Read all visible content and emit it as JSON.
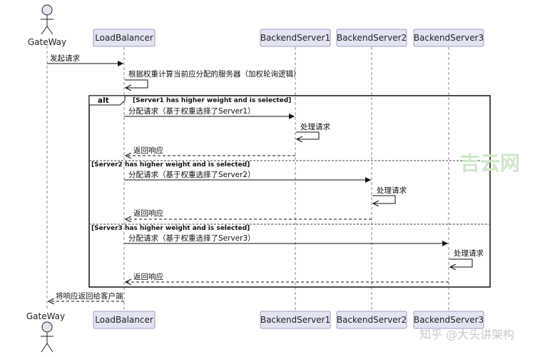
{
  "participants": {
    "gateway": "GateWay",
    "lb": "LoadBalancer",
    "bs1": "BackendServer1",
    "bs2": "BackendServer2",
    "bs3": "BackendServer3"
  },
  "messages": {
    "m1": "发起请求",
    "m2": "根据权重计算当前应分配的服务器（加权轮询逻辑）",
    "m3": "分配请求（基于权重选择了Server1）",
    "m4": "处理请求",
    "m5": "返回响应",
    "m6": "分配请求（基于权重选择了Server2）",
    "m7": "处理请求",
    "m8": "返回响应",
    "m9": "分配请求（基于权重选择了Server3）",
    "m10": "处理请求",
    "m11": "返回响应",
    "m12": "将响应返回给客户端"
  },
  "alt": {
    "label": "alt",
    "guard1": "[Server1 has higher weight and is selected]",
    "guard2": "[Server2 has higher weight and is selected]",
    "guard3": "[Server3 has higher weight and is selected]"
  },
  "watermarks": {
    "site": "吉云网",
    "zhihu": "知乎 @大头讲架构"
  }
}
